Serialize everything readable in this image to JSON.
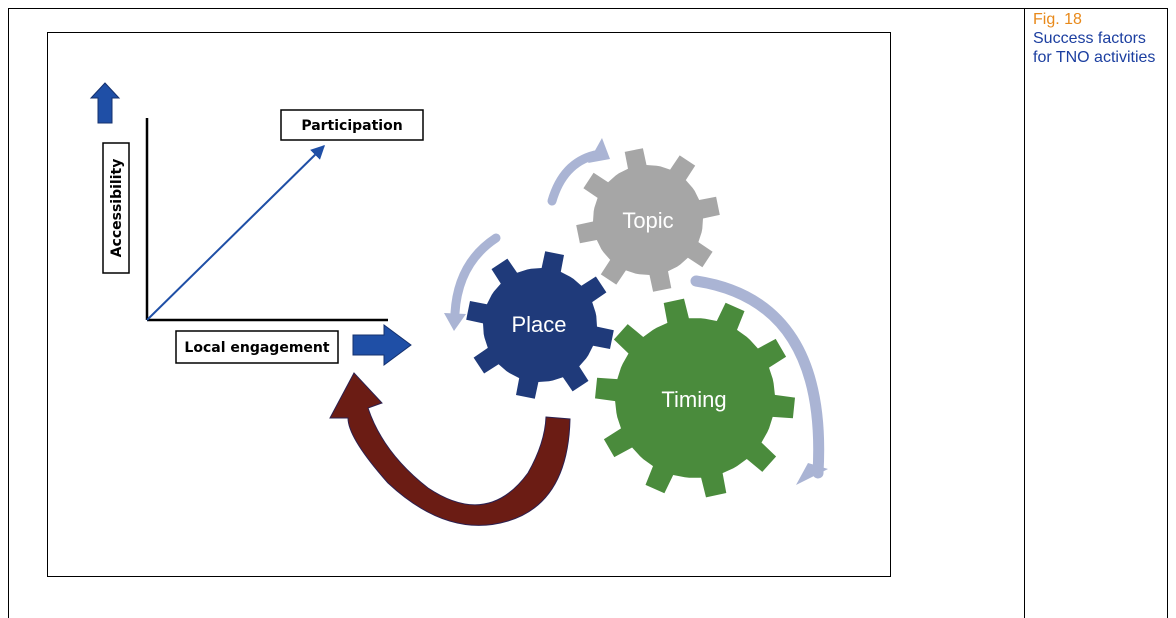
{
  "caption": {
    "label": "Fig. 18",
    "text": "Success factors for TNO activities"
  },
  "diagram": {
    "axis_labels": {
      "vertical": "Accessibility",
      "horizontal": "Local engagement",
      "diagonal": "Participation"
    },
    "gears": [
      {
        "name": "topic",
        "label": "Topic",
        "color": "#a6a6a6"
      },
      {
        "name": "place",
        "label": "Place",
        "color": "#1f3a7a"
      },
      {
        "name": "timing",
        "label": "Timing",
        "color": "#4a8b3c"
      }
    ],
    "colors": {
      "axis_arrow": "#1f4fa6",
      "cycle_arrow": "#aab4d4",
      "curved_arrow": "#6b1c14"
    }
  }
}
